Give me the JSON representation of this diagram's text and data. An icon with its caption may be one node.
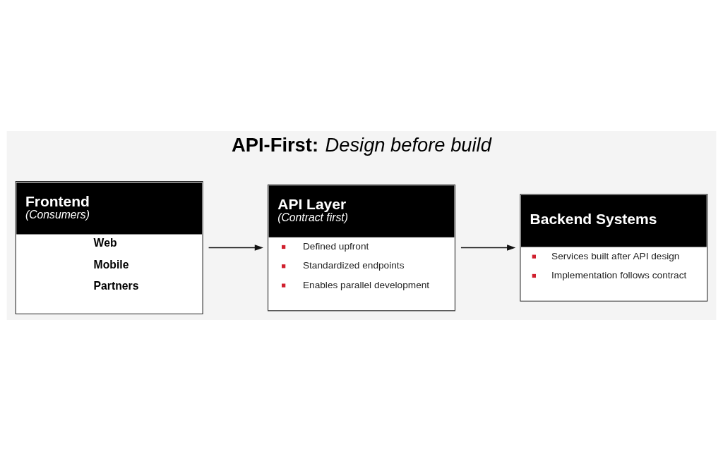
{
  "diagram": {
    "title": "**API-First:** *Design before build*",
    "nodes": [
      {
        "text": [
          "Frontend",
          "(Consumers)",
          "Web",
          "Mobile",
          "Partners"
        ]
      },
      {
        "text": [
          "API Layer",
          "(Contract first)",
          "Defined upfront",
          "Standardized endpoints",
          "Enables parallel development"
        ]
      },
      {
        "text": [
          "Backend Systems",
          "Services built after API design",
          "Implementation follows contract"
        ]
      }
    ],
    "edges": [
      {
        "from": 0,
        "to": 1,
        "arrow": "to"
      },
      {
        "from": 1,
        "to": 2,
        "arrow": "to"
      }
    ]
  }
}
